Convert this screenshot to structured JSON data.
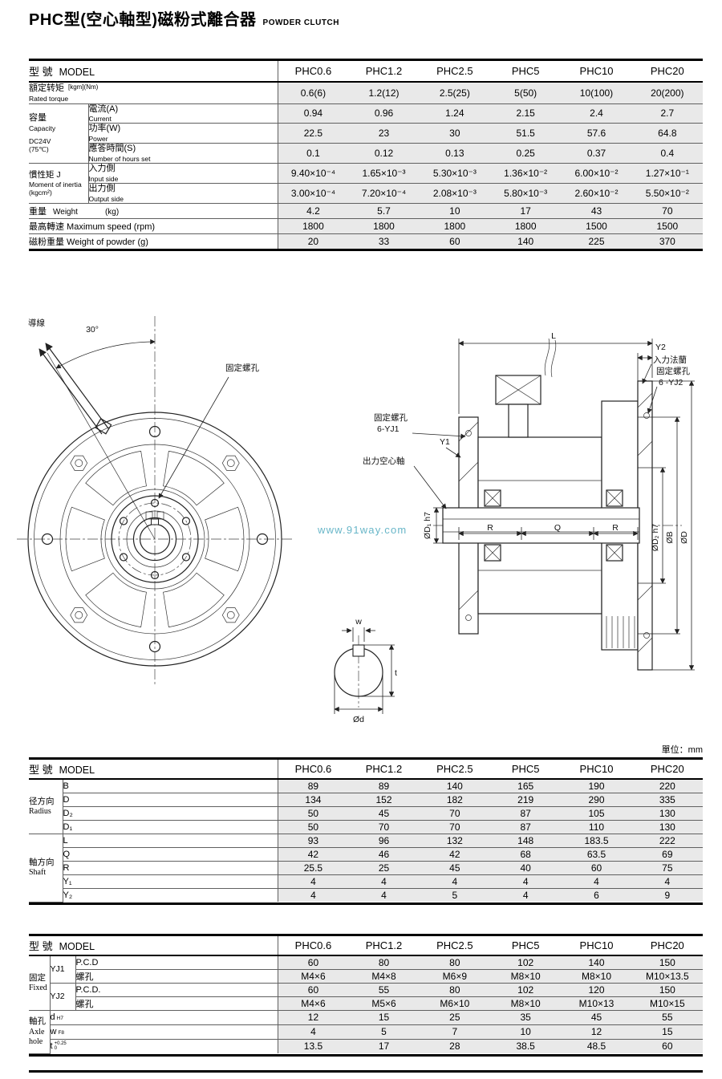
{
  "title": {
    "zh": "PHC型(空心軸型)磁粉式離合器",
    "en": "POWDER CLUTCH"
  },
  "m": [
    "PHC0.6",
    "PHC1.2",
    "PHC2.5",
    "PHC5",
    "PHC10",
    "PHC20"
  ],
  "head": {
    "zh": "型 號",
    "en": "MODEL"
  },
  "t1": {
    "torque": {
      "zh": "額定转矩",
      "unit": "[kgm](Nm)",
      "en": "Rated torque",
      "v": [
        "0.6(6)",
        "1.2(12)",
        "2.5(25)",
        "5(50)",
        "10(100)",
        "20(200)"
      ]
    },
    "cap": {
      "zh": "容量",
      "en": "Capacity",
      "l3": "DC24V",
      "l4": "(75℃)"
    },
    "cur": {
      "zh": "電流(A)",
      "en": "Current",
      "v": [
        "0.94",
        "0.96",
        "1.24",
        "2.15",
        "2.4",
        "2.7"
      ]
    },
    "pw": {
      "zh": "功率(W)",
      "en": "Power",
      "v": [
        "22.5",
        "23",
        "30",
        "51.5",
        "57.6",
        "64.8"
      ]
    },
    "rsp": {
      "zh": "應答時間(S)",
      "en": "Number of hours set",
      "v": [
        "0.1",
        "0.12",
        "0.13",
        "0.25",
        "0.37",
        "0.4"
      ]
    },
    "inertia": {
      "zh": "慣性矩 J",
      "en": "Moment of inertia",
      "unit": "(kgcm²)"
    },
    "inp": {
      "zh": "入力側",
      "en": "Input side",
      "v": [
        "9.40×10⁻⁴",
        "1.65×10⁻³",
        "5.30×10⁻³",
        "1.36×10⁻²",
        "6.00×10⁻²",
        "1.27×10⁻¹"
      ]
    },
    "out": {
      "zh": "出力側",
      "en": "Output side",
      "v": [
        "3.00×10⁻⁴",
        "7.20×10⁻⁴",
        "2.08×10⁻³",
        "5.80×10⁻³",
        "2.60×10⁻²",
        "5.50×10⁻²"
      ]
    },
    "wt": {
      "zh": "重量",
      "en": "Weight",
      "unit": "(kg)",
      "v": [
        "4.2",
        "5.7",
        "10",
        "17",
        "43",
        "70"
      ]
    },
    "spd": {
      "label": "最高轉速 Maximum speed (rpm)",
      "v": [
        "1800",
        "1800",
        "1800",
        "1800",
        "1500",
        "1500"
      ]
    },
    "pwd": {
      "label": "磁粉重量 Weight of powder (g)",
      "v": [
        "20",
        "33",
        "60",
        "140",
        "225",
        "370"
      ]
    }
  },
  "t2": {
    "unit": "單位：mm",
    "radius": {
      "zh": "径方向",
      "en": "Radius"
    },
    "shaft": {
      "zh": "軸方向",
      "en": "Shaft"
    },
    "r": [
      {
        "n": "B",
        "v": [
          "89",
          "89",
          "140",
          "165",
          "190",
          "220"
        ]
      },
      {
        "n": "D",
        "v": [
          "134",
          "152",
          "182",
          "219",
          "290",
          "335"
        ]
      },
      {
        "n": "D₂",
        "v": [
          "50",
          "45",
          "70",
          "87",
          "105",
          "130"
        ]
      },
      {
        "n": "D₁",
        "v": [
          "50",
          "70",
          "70",
          "87",
          "110",
          "130"
        ]
      },
      {
        "n": "L",
        "v": [
          "93",
          "96",
          "132",
          "148",
          "183.5",
          "222"
        ]
      },
      {
        "n": "Q",
        "v": [
          "42",
          "46",
          "42",
          "68",
          "63.5",
          "69"
        ]
      },
      {
        "n": "R",
        "v": [
          "25.5",
          "25",
          "45",
          "40",
          "60",
          "75"
        ]
      },
      {
        "n": "Y₁",
        "v": [
          "4",
          "4",
          "4",
          "4",
          "4",
          "4"
        ]
      },
      {
        "n": "Y₂",
        "v": [
          "4",
          "4",
          "5",
          "4",
          "6",
          "9"
        ]
      }
    ]
  },
  "t3": {
    "fixed": {
      "zh": "固定",
      "en": "Fixed"
    },
    "yj1": "YJ1",
    "yj2": "YJ2",
    "r": [
      {
        "n": "P.C.D",
        "v": [
          "60",
          "80",
          "80",
          "102",
          "140",
          "150"
        ]
      },
      {
        "n": "螺孔",
        "v": [
          "M4×6",
          "M4×8",
          "M6×9",
          "M8×10",
          "M8×10",
          "M10×13.5"
        ]
      },
      {
        "n": "P.C.D.",
        "v": [
          "60",
          "55",
          "80",
          "102",
          "120",
          "150"
        ]
      },
      {
        "n": "螺孔",
        "v": [
          "M4×6",
          "M5×6",
          "M6×10",
          "M8×10",
          "M10×13",
          "M10×15"
        ]
      }
    ],
    "axle": {
      "zh": "軸孔",
      "en1": "Axle",
      "en2": "hole"
    },
    "a": [
      {
        "n": "d",
        "s": "H7",
        "v": [
          "12",
          "15",
          "25",
          "35",
          "45",
          "55"
        ]
      },
      {
        "n": "w",
        "s": "F8",
        "v": [
          "4",
          "5",
          "7",
          "10",
          "12",
          "15"
        ]
      },
      {
        "n": "t",
        "s1": "+0.25",
        "s2": "0",
        "v": [
          "13.5",
          "17",
          "28",
          "38.5",
          "48.5",
          "60"
        ]
      }
    ]
  },
  "drawing": {
    "front": {
      "lead_wire": "導線",
      "angle": "30°",
      "fixed_hole": "固定螺孔"
    },
    "section": {
      "L": "L",
      "Y2": "Y2",
      "input_flange": "入力法蘭",
      "fixed_hole2": "固定螺孔",
      "yj2": "6 -YJ2",
      "fixed_hole1": "固定螺孔",
      "yj1": "6-YJ1",
      "Y1": "Y1",
      "output_shaft": "出力空心軸",
      "R1": "R",
      "Q": "Q",
      "R2": "R",
      "D1": "ØD₁ h7",
      "D2": "ØD₂ h7",
      "B": "ØB",
      "D": "ØD",
      "w": "w",
      "t": "t",
      "d": "Ød"
    },
    "watermark": "www.91way.com"
  }
}
